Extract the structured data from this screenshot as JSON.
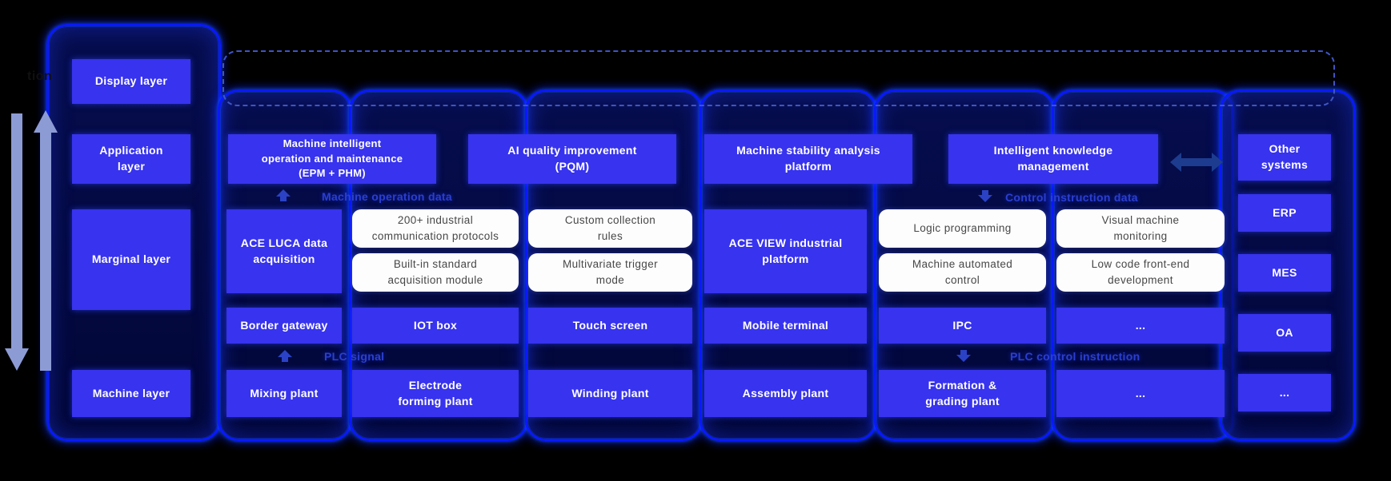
{
  "side_note": "tion",
  "layer_column": {
    "display": "Display layer",
    "application": "Application\nlayer",
    "marginal": "Marginal layer",
    "machine": "Machine layer"
  },
  "application_row": {
    "epm": "Machine intelligent\noperation and maintenance\n(EPM + PHM)",
    "pqm": "AI quality improvement\n(PQM)",
    "stability": "Machine stability analysis\nplatform",
    "knowledge": "Intelligent knowledge\nmanagement",
    "other_systems": "Other\nsystems"
  },
  "flow_labels": {
    "machine_operation_data": "Machine operation data",
    "control_instruction_data": "Control instruction data",
    "plc_signal": "PLC signal",
    "plc_control_instruction": "PLC control instruction"
  },
  "marginal_row": {
    "ace_luca": "ACE LUCA data\nacquisition",
    "protocols": "200+ industrial\ncommunication protocols",
    "custom_rules": "Custom collection\nrules",
    "builtin_module": "Built-in standard\nacquisition module",
    "multivariate": "Multivariate trigger\nmode",
    "ace_view": "ACE VIEW industrial\nplatform",
    "logic_programming": "Logic programming",
    "visual_monitoring": "Visual machine\nmonitoring",
    "automated_control": "Machine automated\ncontrol",
    "low_code": "Low code front-end\ndevelopment"
  },
  "terminal_row": [
    "Border gateway",
    "IOT box",
    "Touch screen",
    "Mobile terminal",
    "IPC",
    "..."
  ],
  "machine_row": [
    "Mixing plant",
    "Electrode\nforming plant",
    "Winding plant",
    "Assembly plant",
    "Formation &\ngrading plant",
    "..."
  ],
  "right_column": [
    "ERP",
    "MES",
    "OA",
    "..."
  ],
  "colors": {
    "node_blue": "#3733ee",
    "tube_border": "#0a18ff",
    "flow_label_blue": "#2b3ed0",
    "big_arrow": "#8d9bd5",
    "double_arrow": "#1d3c8f",
    "background": "#000000"
  }
}
